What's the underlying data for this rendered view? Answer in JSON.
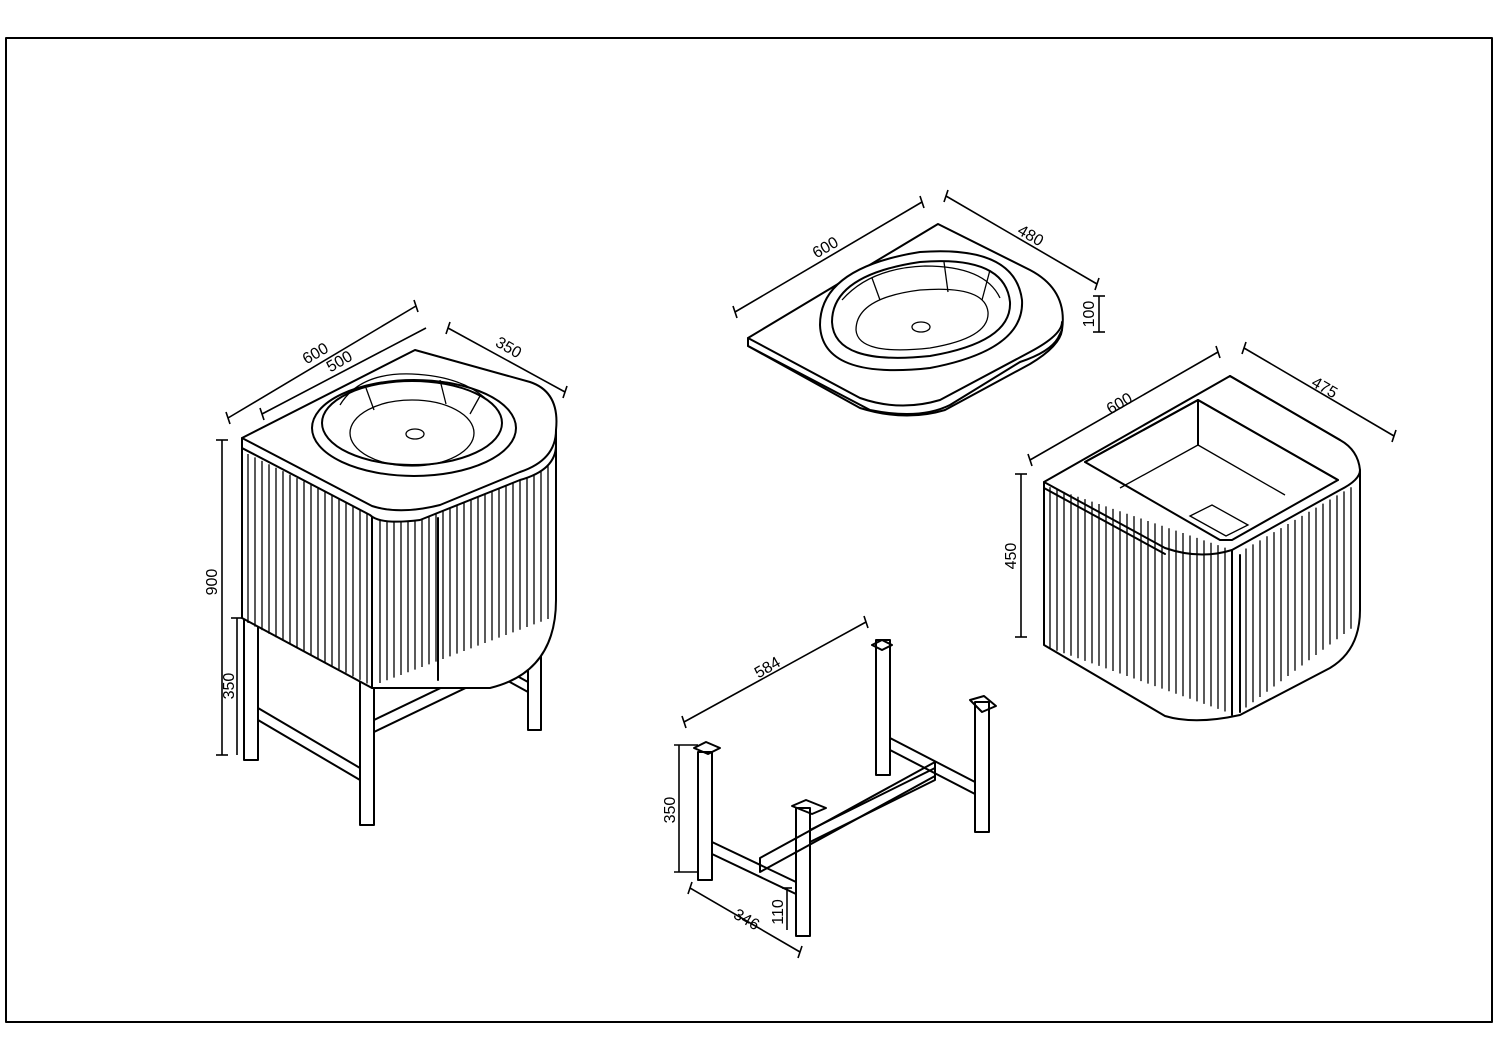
{
  "drawing": {
    "assembled_vanity": {
      "dim_width": "600",
      "dim_basin_width": "500",
      "dim_basin_depth": "350",
      "dim_total_height": "900",
      "dim_leg_height": "350"
    },
    "top_basin": {
      "dim_width": "600",
      "dim_depth": "480",
      "dim_thickness": "100"
    },
    "cabinet": {
      "dim_width": "600",
      "dim_depth": "475",
      "dim_height": "450"
    },
    "frame_stand": {
      "dim_width": "584",
      "dim_height": "350",
      "dim_depth": "346",
      "dim_foot": "110"
    }
  }
}
